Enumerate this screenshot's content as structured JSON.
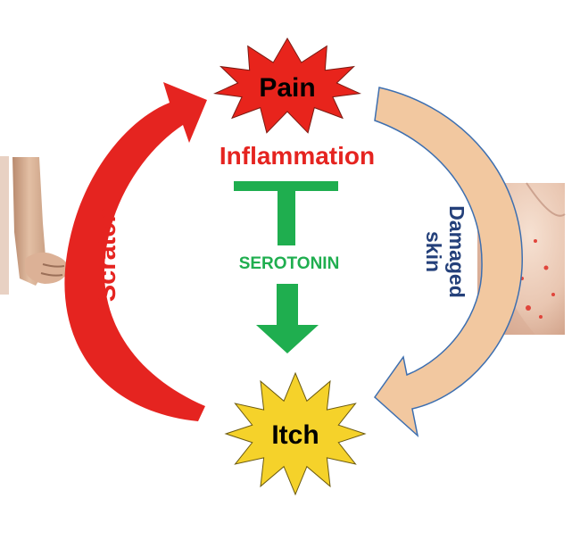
{
  "nodes": {
    "pain": "Pain",
    "itch": "Itch"
  },
  "labels": {
    "inflammation": "Inflammation",
    "serotonin": "SEROTONIN",
    "scratch": "Scratch",
    "damaged_skin_line1": "Damaged",
    "damaged_skin_line2": "skin"
  },
  "colors": {
    "pain_burst": "#e8241c",
    "itch_burst": "#f5d22a",
    "red_arrow": "#e52420",
    "tan_arrow": "#f2c8a0",
    "tan_arrow_outline": "#3d6fb0",
    "inflammation_text": "#e52420",
    "serotonin_green": "#1fae4f",
    "scratch_text": "#e52420",
    "damaged_skin_text": "#24407a"
  },
  "images": {
    "left": "hand-scratching-arm-photo",
    "right": "damaged-skin-rash-photo"
  }
}
